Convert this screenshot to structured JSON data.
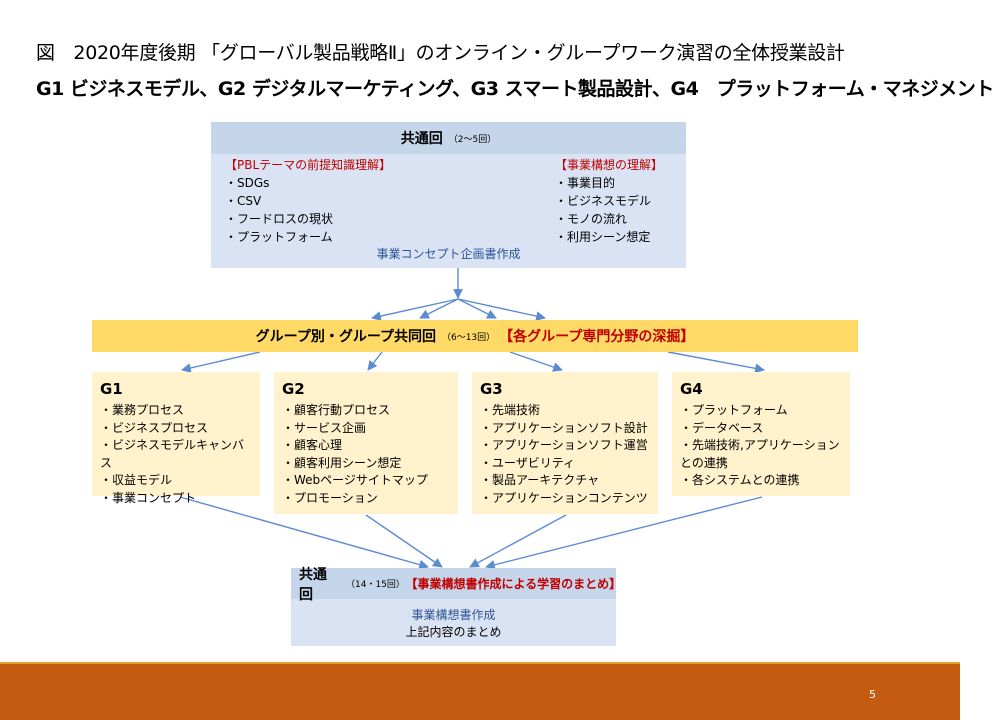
{
  "slide": {
    "title_line1": "図　2020年度後期 「グローバル製品戦略Ⅱ」のオンライン・グループワーク演習の全体授業設計",
    "title_line2": "G1 ビジネスモデル、G2 デジタルマーケティング、G3 スマート製品設計、G4　プラットフォーム・マネジメント",
    "page_number": "5"
  },
  "common_top": {
    "title": "共通回",
    "session": "（2～5回）",
    "left_heading": "【PBLテーマの前提知識理解】",
    "left_items": [
      "・SDGs",
      "・CSV",
      "・フードロスの現状",
      "・プラットフォーム"
    ],
    "right_heading": "【事業構想の理解】",
    "right_items": [
      "・事業目的",
      "・ビジネスモデル",
      "・モノの流れ",
      "・利用シーン想定"
    ],
    "footer": "事業コンセプト企画書作成"
  },
  "group_band": {
    "title": "グループ別・グループ共同回",
    "session": "（6～13回）",
    "note": "【各グループ専門分野の深掘】"
  },
  "groups": [
    {
      "title": "G1",
      "items": [
        "・業務プロセス",
        "・ビジネスプロセス",
        "・ビジネスモデルキャンバス",
        "・収益モデル",
        "・事業コンセプト"
      ]
    },
    {
      "title": "G2",
      "items": [
        "・顧客行動プロセス",
        "・サービス企画",
        "・顧客心理",
        "・顧客利用シーン想定",
        "・Webページサイトマップ",
        "・プロモーション"
      ]
    },
    {
      "title": "G3",
      "items": [
        "・先端技術",
        "・アプリケーションソフト設計",
        "・アプリケーションソフト運営",
        "・ユーザビリティ",
        "・製品アーキテクチャ",
        "・アプリケーションコンテンツ"
      ]
    },
    {
      "title": "G4",
      "items": [
        "・プラットフォーム",
        "・データベース",
        "・先端技術,アプリケーションとの連携",
        "・各システムとの連携"
      ]
    }
  ],
  "common_bottom": {
    "title": "共通回",
    "session": "（14・15回）",
    "note": "【事業構想書作成による学習のまとめ】",
    "line1": "事業構想書作成",
    "line2": "上記内容のまとめ"
  },
  "colors": {
    "light_blue": "#dae3f3",
    "header_blue": "#c5d5ea",
    "gold_band": "#ffd966",
    "group_fill": "#fff2cc",
    "accent_red": "#c00000",
    "text_blue": "#2e5597",
    "arrow_blue": "#5b8bd0",
    "footer_orange": "#c55a11"
  }
}
